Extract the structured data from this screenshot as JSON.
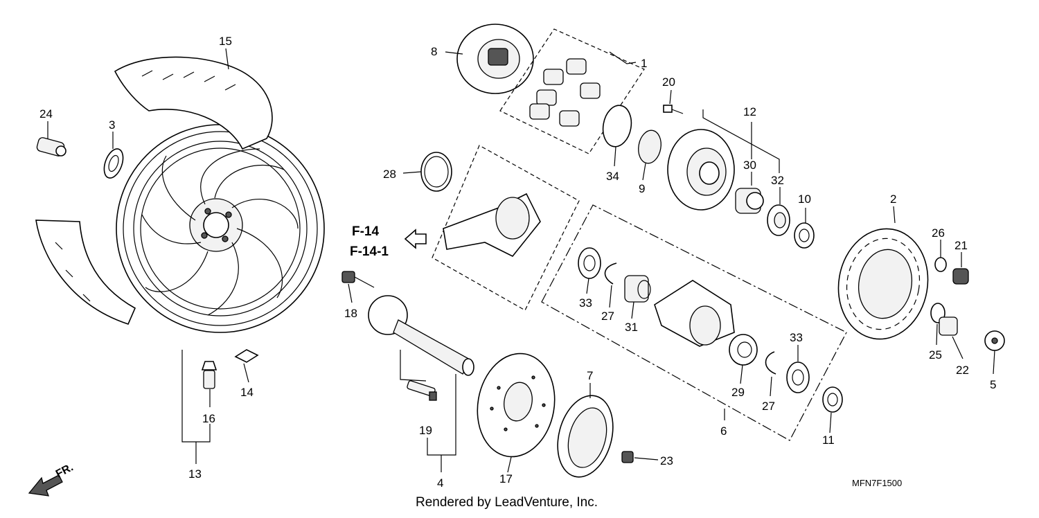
{
  "callouts": {
    "c1": "1",
    "c2": "2",
    "c3": "3",
    "c4": "4",
    "c5": "5",
    "c6": "6",
    "c7": "7",
    "c8": "8",
    "c9": "9",
    "c10": "10",
    "c11": "11",
    "c12": "12",
    "c13": "13",
    "c14": "14",
    "c15": "15",
    "c16": "16",
    "c17": "17",
    "c18": "18",
    "c19": "19",
    "c20": "20",
    "c21": "21",
    "c22": "22",
    "c23": "23",
    "c24": "24",
    "c25": "25",
    "c26": "26",
    "c27a": "27",
    "c27b": "27",
    "c28": "28",
    "c29": "29",
    "c30": "30",
    "c31": "31",
    "c32": "32",
    "c33a": "33",
    "c33b": "33",
    "c34": "34"
  },
  "references": {
    "ref1": "F-14",
    "ref2": "F-14-1"
  },
  "direction_label": "FR.",
  "diagram_code": "MFN7F1500",
  "credit": "Rendered by LeadVenture, Inc."
}
